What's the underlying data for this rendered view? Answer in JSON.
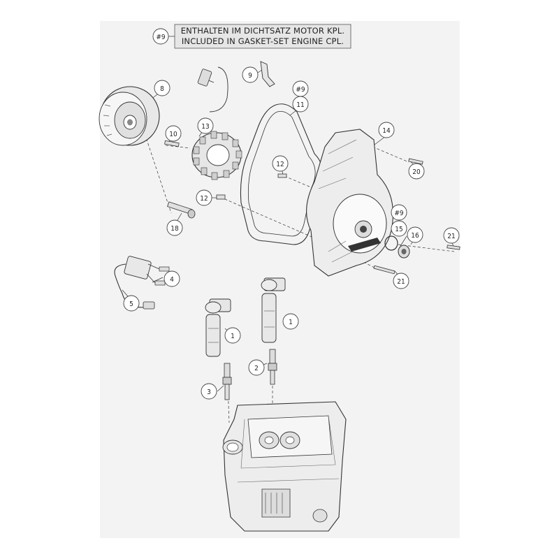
{
  "note": {
    "ref": "#9",
    "line1": "ENTHALTEN IM DICHTSATZ MOTOR KPL.",
    "line2": "INCLUDED IN GASKET-SET ENGINE CPL."
  },
  "callouts": {
    "c1a": "1",
    "c1b": "1",
    "c2": "2",
    "c3": "3",
    "c4": "4",
    "c5": "5",
    "c8": "8",
    "c9": "9",
    "c9h_a": "#9",
    "c9h_b": "#9",
    "c10": "10",
    "c11": "11",
    "c12a": "12",
    "c12b": "12",
    "c13": "13",
    "c14": "14",
    "c15": "15",
    "c16": "16",
    "c18": "18",
    "c20": "20",
    "c21a": "21",
    "c21b": "21"
  },
  "colors": {
    "accent_orange": "#e07a1f",
    "line": "#333333",
    "panel_bg": "#f3f3f3",
    "part_fill": "#ededed",
    "part_dark": "#7a7a7a"
  }
}
